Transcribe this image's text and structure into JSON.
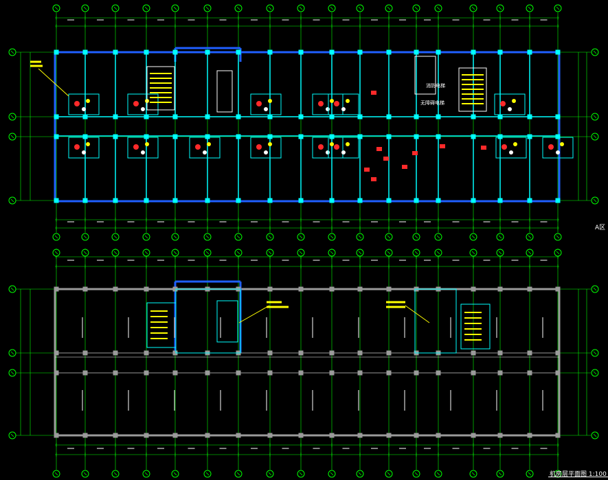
{
  "drawing": {
    "caption": "机房层平面图 1:100",
    "side_label": "A区",
    "colors": {
      "background": "#000000",
      "axis_green": "#00ff00",
      "wall_cyan": "#00ffff",
      "exterior_blue": "#1f5fff",
      "annotation_yellow": "#ffff00",
      "equipment_red": "#ff2a2a",
      "white": "#ffffff",
      "grey": "#9a9a9a"
    },
    "upper_plan_text": [
      "消防电梯",
      "无障碍电梯"
    ],
    "axis_markers": "circled-grid-letter",
    "icons": [
      "grid-axis-bubble-icon",
      "stair-icon",
      "elevator-icon",
      "equipment-icon"
    ]
  }
}
